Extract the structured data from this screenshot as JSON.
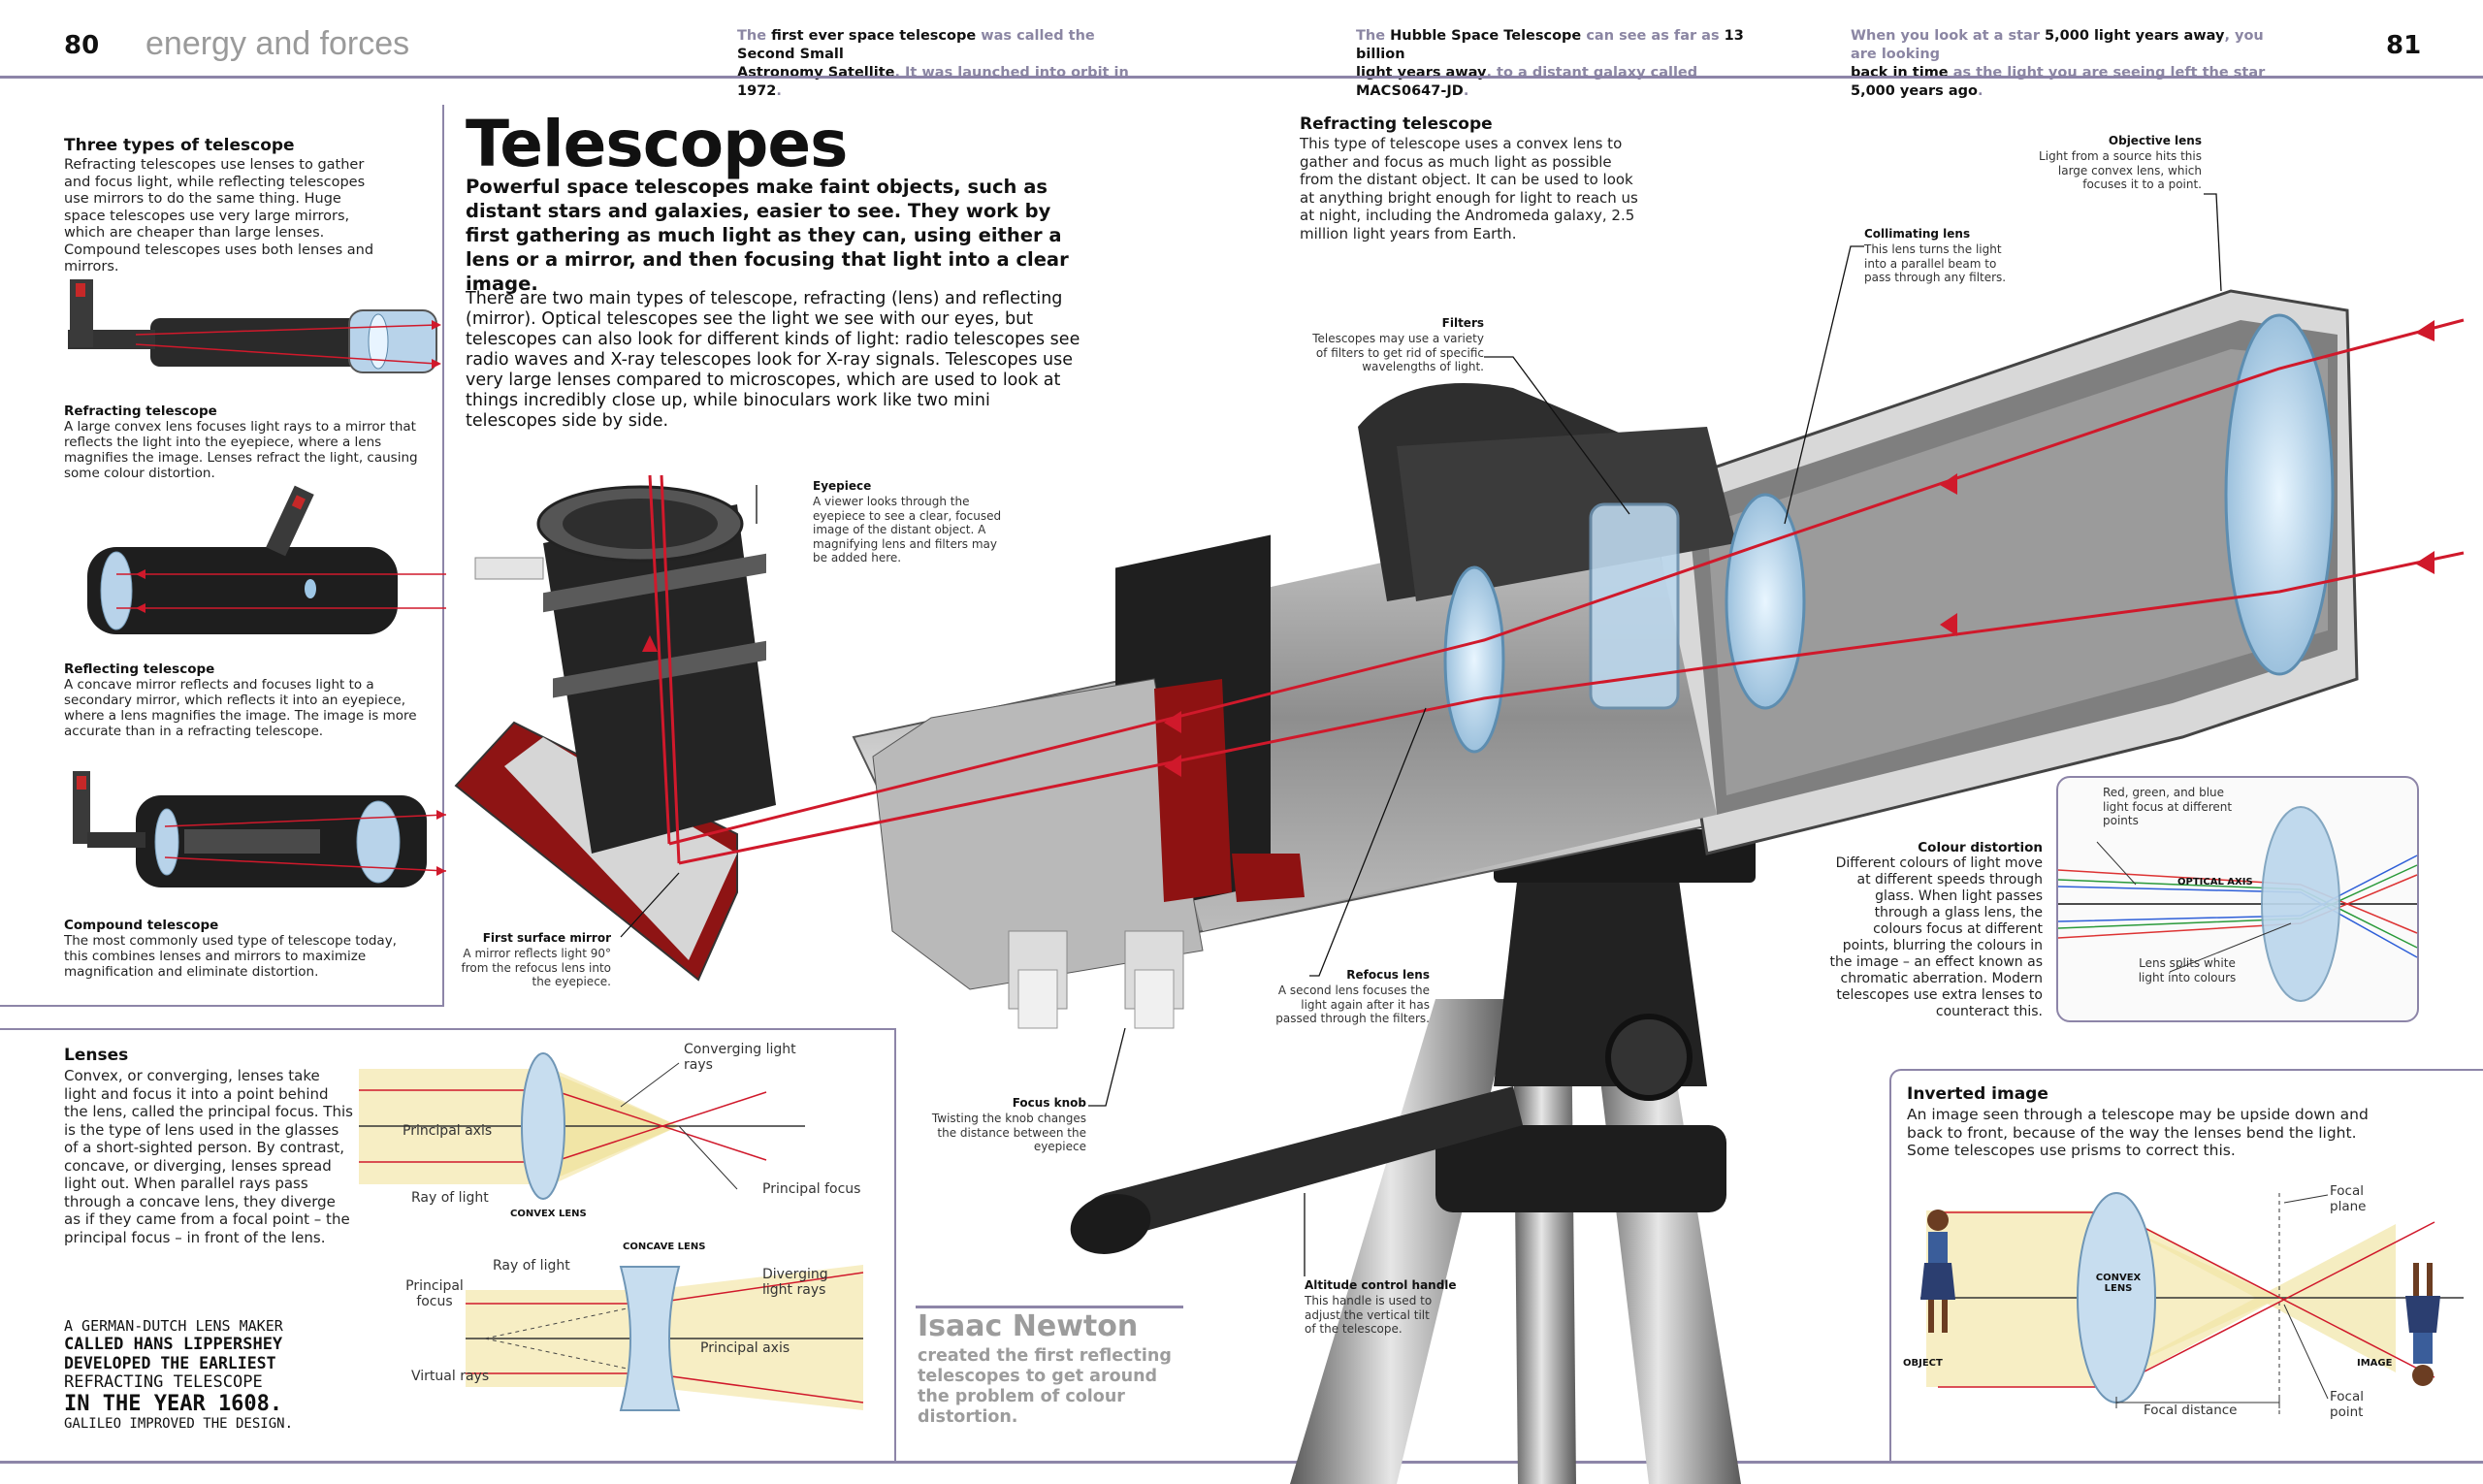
{
  "header": {
    "page_left": "80",
    "page_right": "81",
    "section": "energy and forces",
    "facts": [
      {
        "pre1": "The ",
        "b1": "first ever space telescope",
        "mid": " was called the ",
        "b2": "Second Small",
        "line2b": "Astronomy Satellite",
        "line2": ". It was launched into orbit in ",
        "b3": "1972",
        "end": "."
      },
      {
        "pre1": "The ",
        "b1": "Hubble Space Telescope",
        "mid": " can see as far as ",
        "b2": "13 billion",
        "line2b": "light years away",
        "line2": ", to a distant galaxy called ",
        "b3": "MACS0647-JD",
        "end": "."
      },
      {
        "pre1": "When you look at a star ",
        "b1": "5,000 light years away",
        "mid": ", you are looking",
        "b2": "",
        "line2b": "back in time",
        "line2": " as the light you are seeing left the star ",
        "b3": "5,000 years ago",
        "end": "."
      }
    ]
  },
  "title": "Telescopes",
  "intro": "Powerful space telescopes make faint objects, such as distant stars and galaxies, easier to see. They work by first gathering as much light as they can, using either a lens or a mirror, and then focusing that light into a clear image.",
  "body": "There are two main types of telescope, refracting (lens) and reflecting (mirror). Optical telescopes see the light we see with our eyes, but telescopes can also look for different kinds of light: radio telescopes see radio waves and X-ray telescopes look for X-ray signals. Telescopes use very large lenses compared to microscopes, which are used to look at things incredibly close up, while binoculars work like two mini telescopes side by side.",
  "types_box": {
    "title": "Three types of telescope",
    "text": "Refracting telescopes use lenses to gather and focus light, while reflecting telescopes use mirrors to do the same thing. Huge space telescopes use very large mirrors, which are cheaper than large lenses. Compound telescopes uses both lenses and mirrors.",
    "items": [
      {
        "title": "Refracting telescope",
        "text": "A large convex lens focuses light rays to a mirror that reflects the light into the eyepiece, where a lens magnifies the image. Lenses refract the light, causing some colour distortion."
      },
      {
        "title": "Reflecting telescope",
        "text": "A concave mirror reflects and focuses light to a secondary mirror, which reflects it into an eyepiece, where a lens magnifies the image. The image is more accurate than in a refracting telescope."
      },
      {
        "title": "Compound telescope",
        "text": "The most commonly used type of telescope today, this combines lenses and mirrors to maximize magnification and eliminate distortion."
      }
    ]
  },
  "lenses_box": {
    "title": "Lenses",
    "text": "Convex, or converging, lenses take light and focus it into a point behind the lens, called the principal focus. This is the type of lens used in the glasses of a short-sighted person. By contrast, concave, or diverging, lenses spread light out. When parallel rays pass through a concave lens, they diverge as if they came from a focal point – the principal focus – in front of the lens.",
    "convex": {
      "caption": "CONVEX LENS",
      "converging": "Converging light rays",
      "principal_axis": "Principal axis",
      "ray": "Ray of light",
      "principal_focus": "Principal focus"
    },
    "concave": {
      "caption": "CONCAVE LENS",
      "ray": "Ray of light",
      "principal_focus": "Principal focus",
      "diverging": "Diverging light rays",
      "principal_axis": "Principal axis",
      "virtual": "Virtual rays"
    }
  },
  "lippershey": {
    "l1": "A GERMAN-DUTCH LENS MAKER",
    "l2": "CALLED HANS LIPPERSHEY",
    "l3": "DEVELOPED THE EARLIEST",
    "l4": "REFRACTING TELESCOPE",
    "l5": "IN THE YEAR 1608.",
    "l6": "GALILEO IMPROVED THE DESIGN."
  },
  "newton": {
    "name": "Isaac Newton",
    "text": "created the first reflecting telescopes to get around the problem of colour distortion."
  },
  "refracting": {
    "title": "Refracting telescope",
    "text": "This type of telescope uses a convex lens to gather and focus as much light as possible from the distant object. It can be used to look at anything bright enough for light to reach us at night, including the Andromeda galaxy, 2.5 million light years from Earth."
  },
  "labels": {
    "objective": {
      "title": "Objective lens",
      "text": "Light from a source hits this large convex lens, which focuses it to a point."
    },
    "collimating": {
      "title": "Collimating lens",
      "text": "This lens turns the light into a parallel beam to pass through any filters."
    },
    "filters": {
      "title": "Filters",
      "text": "Telescopes may use a variety of filters to get rid of specific wavelengths of light."
    },
    "eyepiece": {
      "title": "Eyepiece",
      "text": "A viewer looks through the eyepiece to see a clear, focused image of the distant object. A magnifying lens and filters may be added here."
    },
    "mirror": {
      "title": "First surface mirror",
      "text": "A mirror reflects light 90° from the refocus lens into the eyepiece."
    },
    "refocus": {
      "title": "Refocus lens",
      "text": "A second lens focuses the light again after it has passed through the filters."
    },
    "knob": {
      "title": "Focus knob",
      "text": "Twisting the knob changes the distance between the eyepiece"
    },
    "altitude": {
      "title": "Altitude control handle",
      "text": "This handle is used to adjust the vertical tilt of the telescope."
    },
    "colour": {
      "title": "Colour distortion",
      "text": "Different colours of light move at different speeds through glass. When light passes through a glass lens, the colours focus at different points, blurring the colours in the image – an effect known as chromatic aberration. Modern telescopes use extra lenses to counteract this."
    }
  },
  "colour_box": {
    "rgb": "Red, green, and blue light focus at different points",
    "axis": "OPTICAL AXIS",
    "splits": "Lens splits white light into colours"
  },
  "inverted": {
    "title": "Inverted image",
    "text": "An image seen through a telescope may be upside down and back to front, because of the way the lenses bend the light. Some telescopes use prisms to correct this.",
    "object": "OBJECT",
    "image": "IMAGE",
    "lens": "CONVEX LENS",
    "focal_plane": "Focal plane",
    "focal_distance": "Focal distance",
    "focal_point": "Focal point"
  },
  "colors": {
    "accent": "#8d85a8",
    "ray": "#d0192b"
  }
}
